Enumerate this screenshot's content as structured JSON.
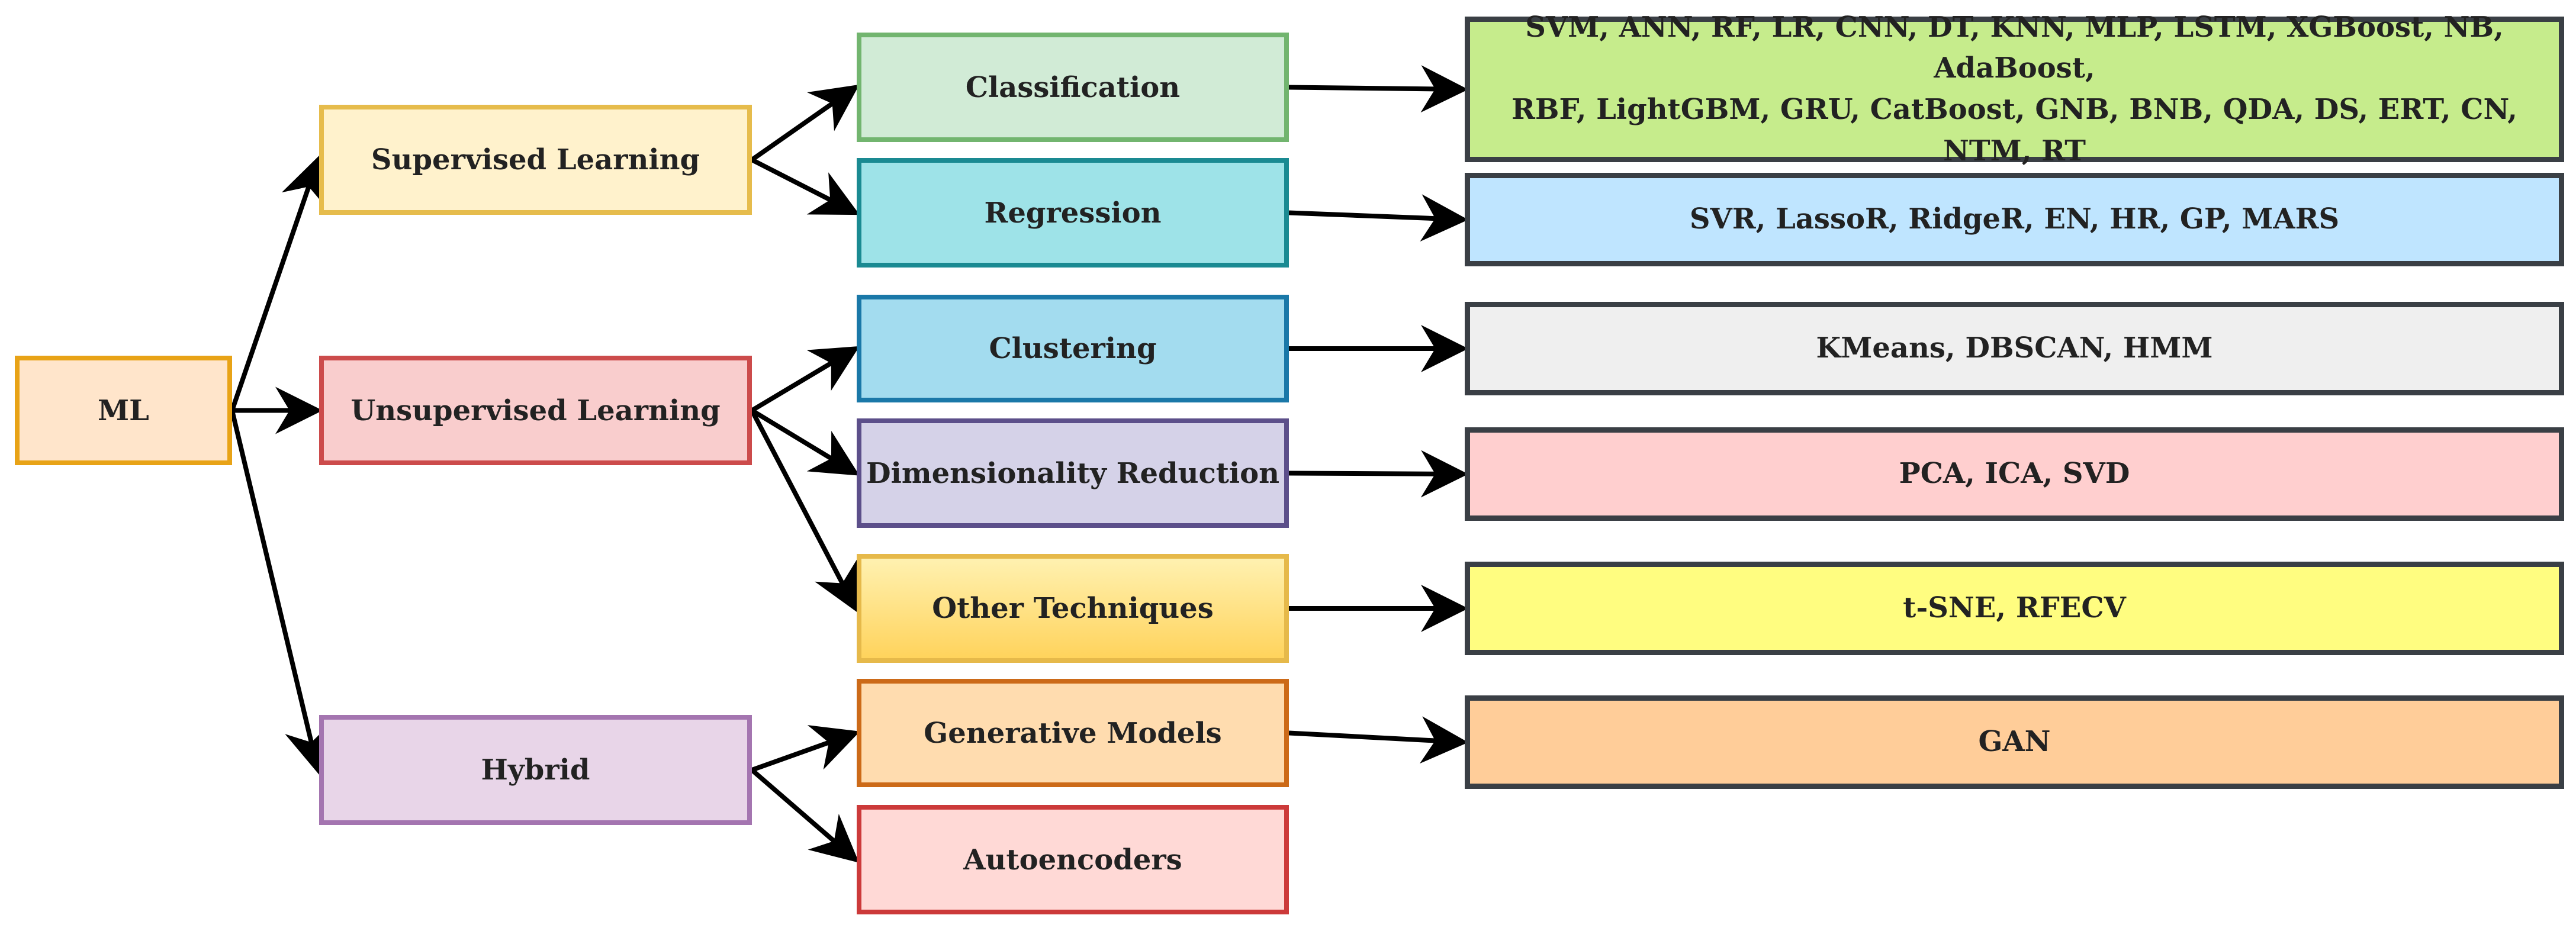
{
  "nodes": {
    "ml": "ML",
    "supervised": "Supervised Learning",
    "unsupervised": "Unsupervised Learning",
    "hybrid": "Hybrid",
    "classification": "Classification",
    "regression": "Regression",
    "clustering": "Clustering",
    "dimensionality_reduction": "Dimensionality Reduction",
    "other_techniques": "Other Techniques",
    "generative_models": "Generative Models",
    "autoencoders": "Autoencoders"
  },
  "methods": {
    "classification_line1": "SVM, ANN, RF, LR, CNN, DT, KNN, MLP, LSTM, XGBoost, NB, AdaBoost,",
    "classification_line2": "RBF, LightGBM, GRU, CatBoost, GNB, BNB, QDA, DS, ERT, CN, NTM, RT",
    "regression": "SVR, LassoR, RidgeR, EN, HR, GP, MARS",
    "clustering": "KMeans, DBSCAN, HMM",
    "dimensionality_reduction": "PCA, ICA, SVD",
    "other_techniques": "t-SNE, RFECV",
    "generative_models": "GAN"
  },
  "edges": [
    [
      "ml",
      "supervised"
    ],
    [
      "ml",
      "unsupervised"
    ],
    [
      "ml",
      "hybrid"
    ],
    [
      "supervised",
      "classification"
    ],
    [
      "supervised",
      "regression"
    ],
    [
      "unsupervised",
      "clustering"
    ],
    [
      "unsupervised",
      "dimensionality_reduction"
    ],
    [
      "unsupervised",
      "other_techniques"
    ],
    [
      "hybrid",
      "generative_models"
    ],
    [
      "hybrid",
      "autoencoders"
    ],
    [
      "classification",
      "classification_methods"
    ],
    [
      "regression",
      "regression_methods"
    ],
    [
      "clustering",
      "clustering_methods"
    ],
    [
      "dimensionality_reduction",
      "dimensionality_reduction_methods"
    ],
    [
      "other_techniques",
      "other_techniques_methods"
    ],
    [
      "generative_models",
      "generative_models_methods"
    ]
  ],
  "colors": {
    "arrow": "#000000",
    "method_border": "#3a3f45"
  }
}
